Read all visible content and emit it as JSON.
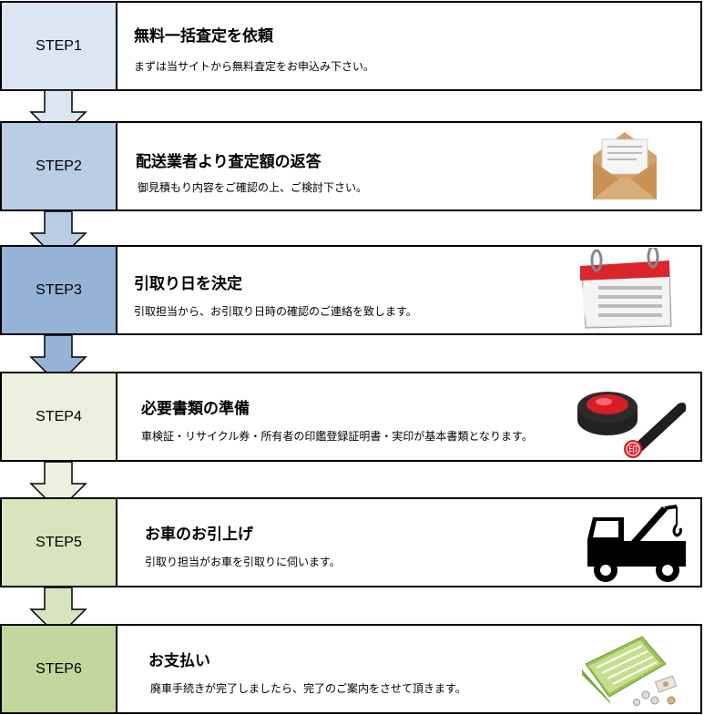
{
  "steps": [
    {
      "label": "STEP1",
      "title": "無料一括査定を依頼",
      "description": "まずは当サイトから無料査定をお申込み下さい。",
      "color": "#dce6f2",
      "icon": "none"
    },
    {
      "label": "STEP2",
      "title": "配送業者より査定額の返答",
      "description": "御見積もり内容をご確認の上、ご検討下さい。",
      "color": "#b9cde5",
      "icon": "envelope-icon"
    },
    {
      "label": "STEP3",
      "title": "引取り日を決定",
      "description": "引取担当から、お引取り日時の確認のご連絡を致します。",
      "color": "#95b3d7",
      "icon": "calendar-icon"
    },
    {
      "label": "STEP4",
      "title": "必要書類の準備",
      "description": "車検証・リサイクル券・所有者の印鑑登録証明書・実印が基本書類となります。",
      "color": "#ebf1de",
      "icon": "seal-stamp-icon"
    },
    {
      "label": "STEP5",
      "title": "お車のお引上げ",
      "description": "引取り担当がお車を引取りに伺います。",
      "color": "#d7e4bd",
      "icon": "tow-truck-icon"
    },
    {
      "label": "STEP6",
      "title": "お支払い",
      "description": "廃車手続きが完了しましたら、完了のご案内をさせて頂きます。",
      "color": "#c3d69b",
      "icon": "bankbook-icon"
    }
  ],
  "stamp_text": "印"
}
